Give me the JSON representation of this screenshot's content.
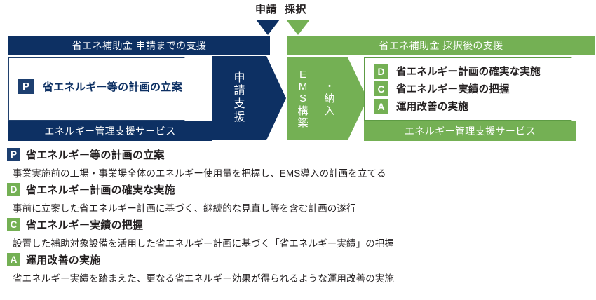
{
  "markers": [
    {
      "label": "申請",
      "color": "#0d3063",
      "icon": "triangle-down-icon"
    },
    {
      "label": "採択",
      "color": "#74b054",
      "icon": "triangle-down-icon"
    }
  ],
  "bands": {
    "top_left": "省エネ補助金 申請までの支援",
    "top_right": "省エネ補助金 採択後の支援",
    "bottom_left": "エネルギー管理支援サービス",
    "bottom_right": "エネルギー管理支援サービス"
  },
  "flow": {
    "plan_stage": {
      "badge": "P",
      "title": "省エネルギー等の計画の立案"
    },
    "application_support": {
      "lines": [
        "申",
        "請",
        "支",
        "援"
      ]
    },
    "ems_build": {
      "col1": [
        "E",
        "M",
        "S",
        "構",
        "築"
      ],
      "col2": [
        "・",
        "納",
        "入"
      ]
    },
    "dca_items": [
      {
        "badge": "D",
        "text": "省エネルギー計画の確実な実施"
      },
      {
        "badge": "C",
        "text": "省エネルギー実績の把握"
      },
      {
        "badge": "A",
        "text": "運用改善の実施"
      }
    ]
  },
  "legend": [
    {
      "badge": "P",
      "badge_color": "#1d3f70",
      "title": "省エネルギー等の計画の立案",
      "desc": "事業実施前の工場・事業場全体のエネルギー使用量を把握し、EMS導入の計画を立てる"
    },
    {
      "badge": "D",
      "badge_color": "#74b054",
      "title": "省エネルギー計画の確実な実施",
      "desc": "事前に立案した省エネルギー計画に基づく、継続的な見直し等を含む計画の遂行"
    },
    {
      "badge": "C",
      "badge_color": "#74b054",
      "title": "省エネルギー実績の把握",
      "desc": "設置した補助対象設備を活用した省エネルギー計画に基づく「省エネルギー実績」の把握"
    },
    {
      "badge": "A",
      "badge_color": "#74b054",
      "title": "運用改善の実施",
      "desc": "省エネルギー実績を踏まえた、更なる省エネルギー効果が得られるような運用改善の実施"
    }
  ],
  "colors": {
    "navy": "#0d3063",
    "green": "#74b054",
    "navy_outline": "#20406d",
    "green_outline": "#5d9b44"
  }
}
